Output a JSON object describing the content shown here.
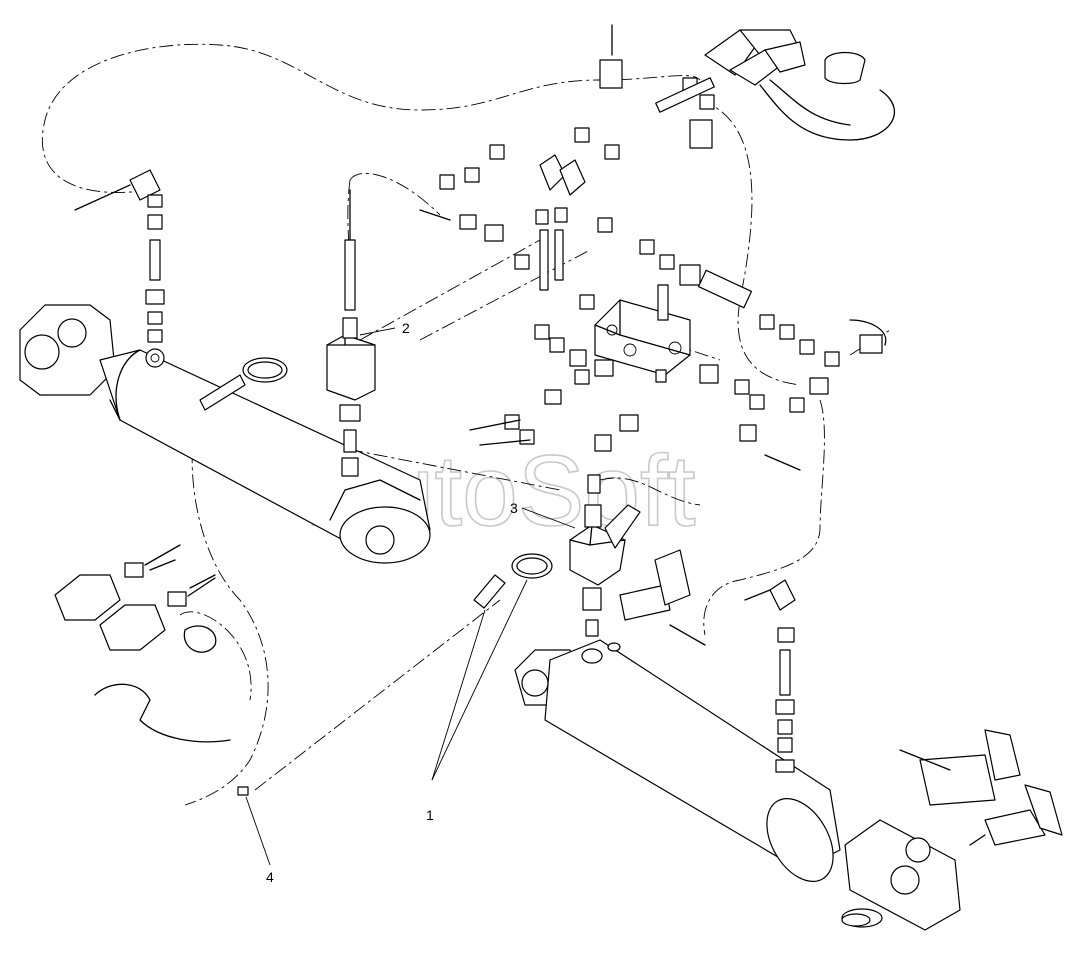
{
  "diagram": {
    "callouts": [
      {
        "id": "callout-1",
        "text": "1"
      },
      {
        "id": "callout-2",
        "text": "2"
      },
      {
        "id": "callout-3",
        "text": "3"
      },
      {
        "id": "callout-4",
        "text": "4"
      }
    ],
    "watermark": "AutoSoft"
  }
}
